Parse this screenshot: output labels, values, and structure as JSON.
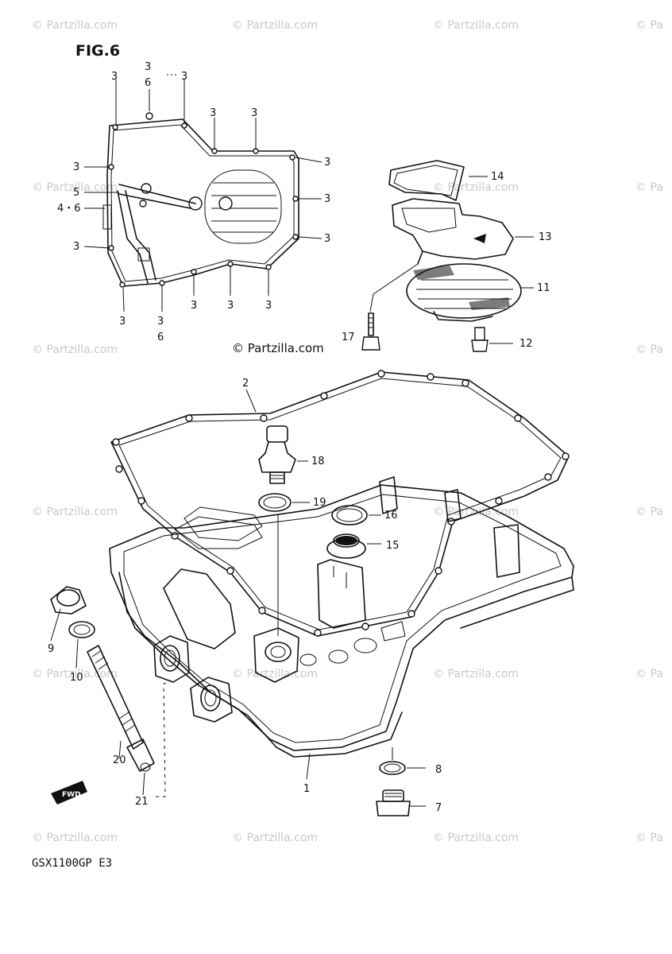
{
  "figure": {
    "title": "FIG.6",
    "model_code": "GSX1100GP  E3"
  },
  "watermark": {
    "text": "© Partzilla.com",
    "text_partial": "© Pa"
  },
  "watermark_caption": "© Partzilla.com",
  "callouts": {
    "c1": "1",
    "c2": "2",
    "c3": "3",
    "c5": "5",
    "c46": "4・6",
    "c6": "6",
    "c7": "7",
    "c8": "8",
    "c9": "9",
    "c10": "10",
    "c11": "11",
    "c12": "12",
    "c13": "13",
    "c14": "14",
    "c15": "15",
    "c16": "16",
    "c17": "17",
    "c18": "18",
    "c19": "19",
    "c20": "20",
    "c21": "21"
  },
  "fwd_symbol": "FWD"
}
